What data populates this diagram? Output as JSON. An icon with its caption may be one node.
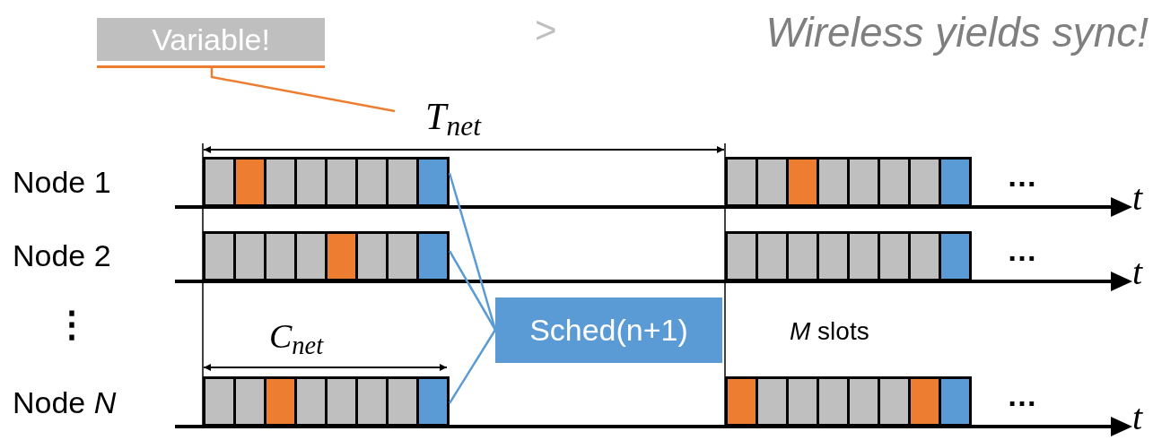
{
  "diagram": {
    "title": "Wireless yields sync!",
    "nodes": [
      {
        "text": [
          "Variable!"
        ]
      },
      {
        "text": [
          "T$_{net}$"
        ]
      },
      {
        "text": [],
        "shape": "box"
      },
      {
        "text": [],
        "shape": "box"
      },
      {
        "text": [],
        "shape": "box"
      },
      {
        "text": [],
        "shape": "box"
      },
      {
        "text": [
          "Sched(n+1)"
        ]
      },
      {
        "text": [],
        "shape": "box"
      },
      {
        "text": [],
        "shape": "box"
      }
    ],
    "edges": [
      {
        "from": 0,
        "to": 1,
        "arrow": "none",
        "color": "#ed7d31"
      },
      {
        "from": 2,
        "to": 6,
        "arrow": "none",
        "color": "#5b9bd5"
      },
      {
        "from": 4,
        "to": 6,
        "arrow": "none",
        "color": "#5b9bd5"
      },
      {
        "from": 7,
        "to": 6,
        "arrow": "none",
        "color": "#5b9bd5"
      }
    ],
    "labels": [
      ">",
      "Node 1",
      "…",
      "t",
      "Node 2",
      "…",
      "t",
      "⋮",
      "C$_{net}$",
      "*M* slots",
      "Node *N*",
      "…",
      "t"
    ]
  }
}
